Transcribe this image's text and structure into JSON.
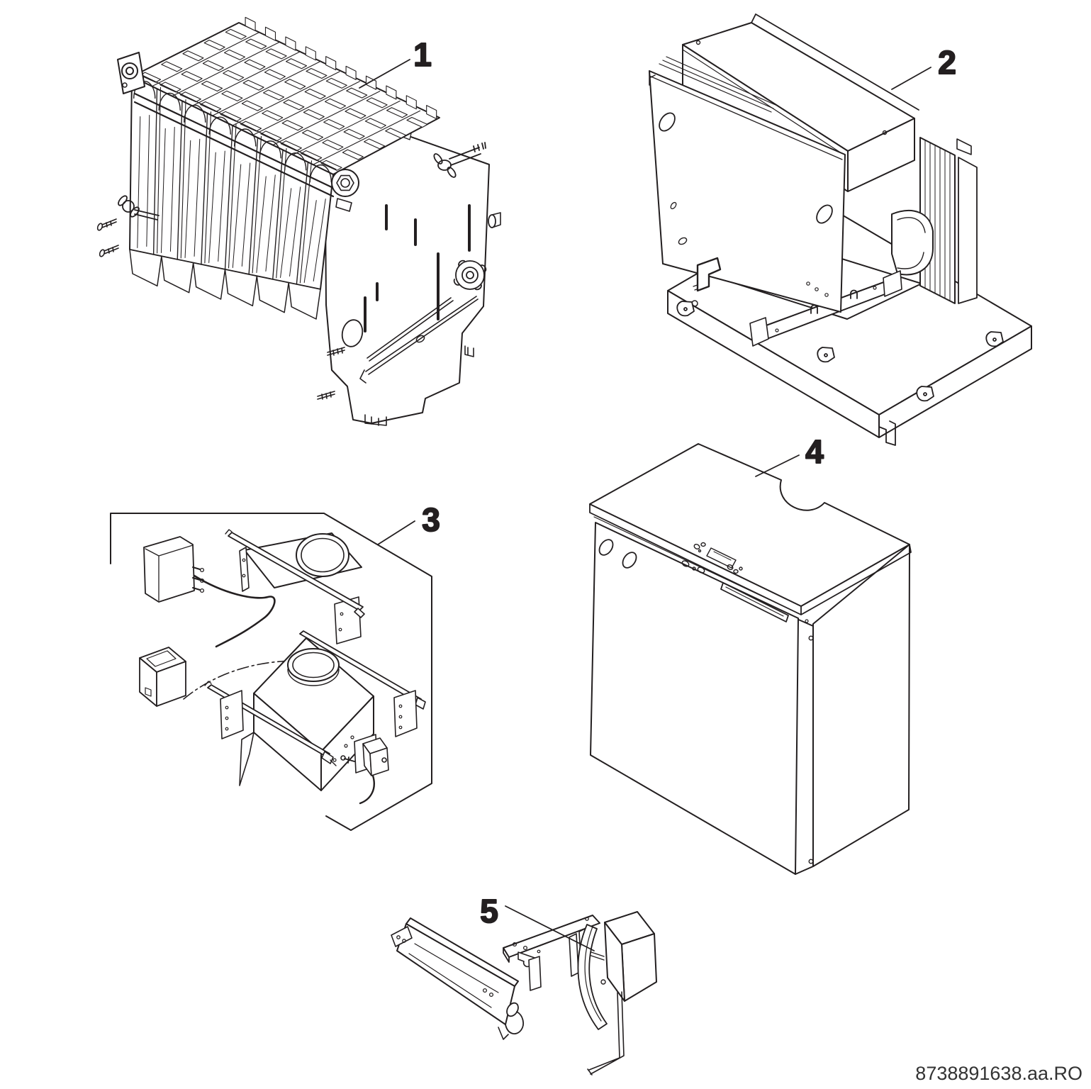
{
  "diagram": {
    "background_color": "#ffffff",
    "line_color": "#231f20",
    "code": "8738891638.aa.RO",
    "callouts": [
      {
        "label": "1"
      },
      {
        "label": "2"
      },
      {
        "label": "3"
      },
      {
        "label": "4"
      },
      {
        "label": "5"
      }
    ]
  }
}
